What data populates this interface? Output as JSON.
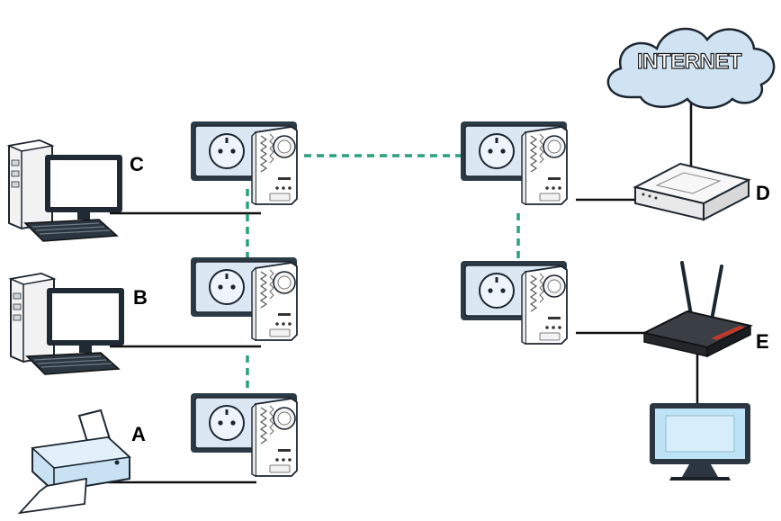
{
  "diagram": {
    "cloud_label": "INTERNET",
    "labels": {
      "a": "A",
      "b": "B",
      "c": "C",
      "d": "D",
      "e": "E"
    },
    "colors": {
      "powerline_link": "#2aa17a",
      "cloud_fill": "#cfe3f3",
      "outlet_plate": "#dbe8f3",
      "screen": "#bfe3f6"
    },
    "icons": {
      "c": "desktop-computer-icon",
      "b": "desktop-computer-icon",
      "a": "printer-icon",
      "d": "modem-icon",
      "e": "wireless-router-icon",
      "tv": "tv-icon",
      "adapter": "powerline-adapter-icon"
    }
  }
}
